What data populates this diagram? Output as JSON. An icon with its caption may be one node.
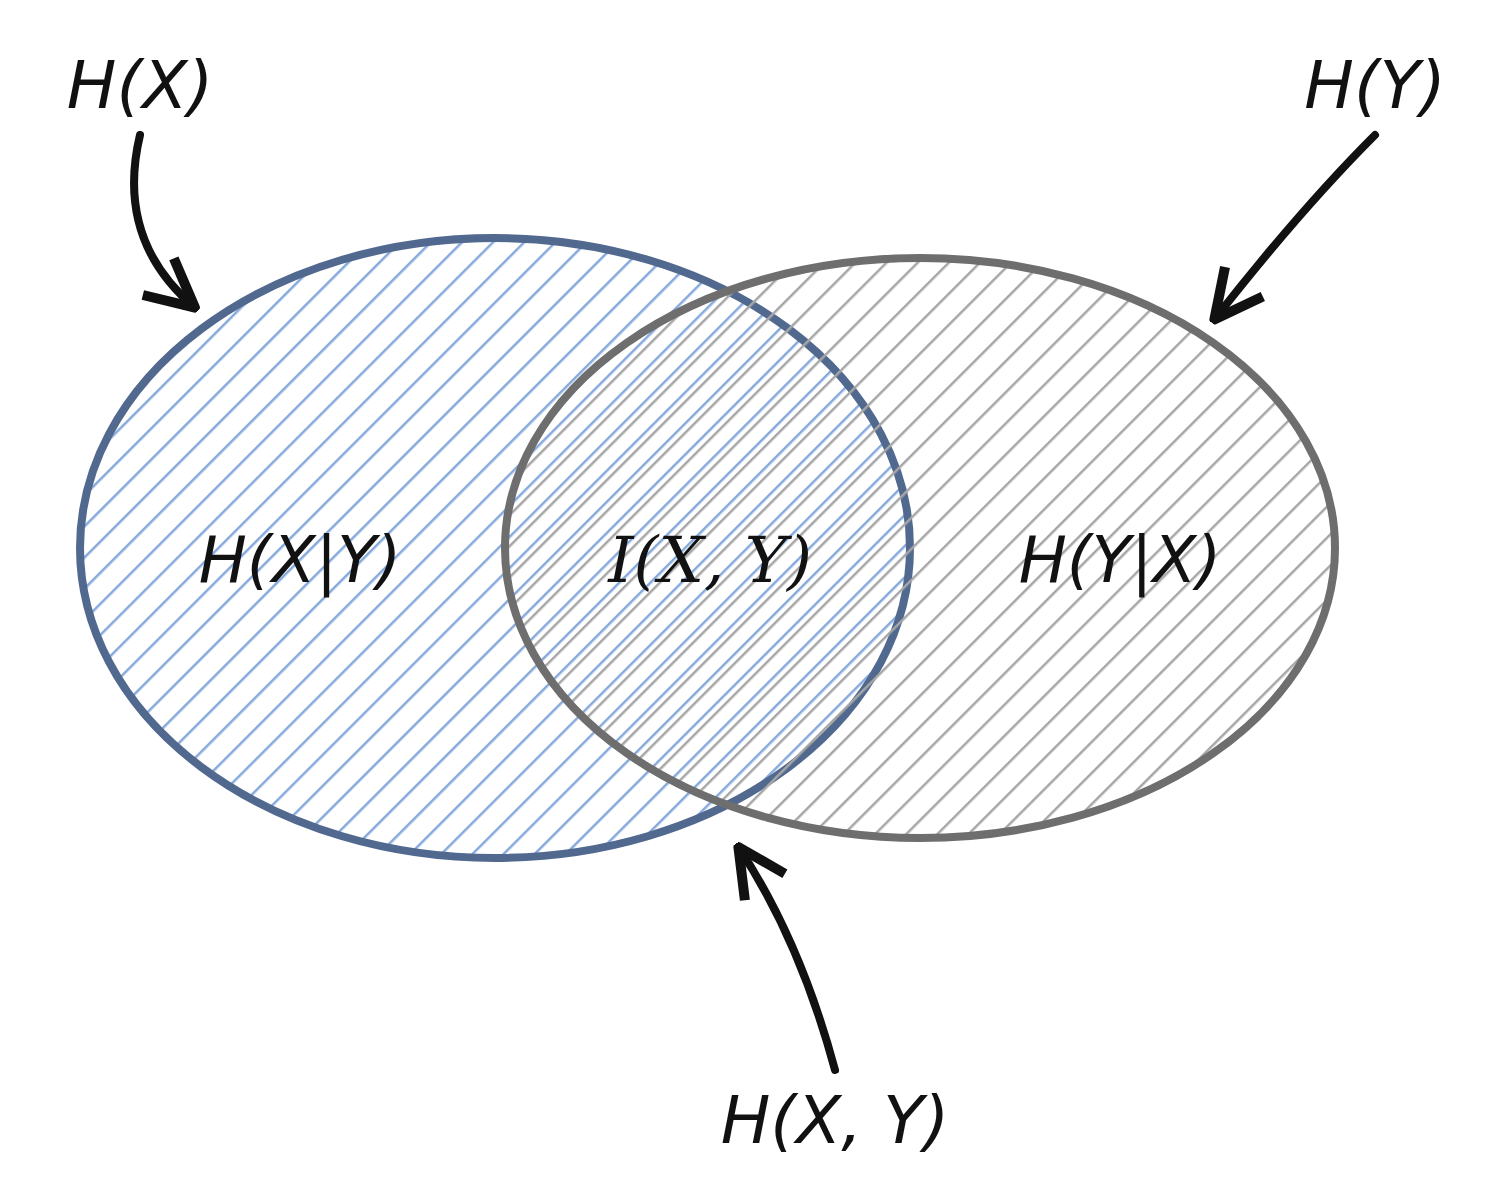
{
  "diagram": {
    "nodes": [
      {
        "text": [
          "H(X)"
        ]
      },
      {
        "text": [
          "H(Y)"
        ]
      },
      {
        "text": [],
        "shape": "circle"
      },
      {
        "text": [],
        "shape": "circle"
      },
      {
        "text": [
          "H(X, Y)"
        ]
      }
    ],
    "edges": [
      {
        "from": 0,
        "to": 2,
        "arrow": "to"
      },
      {
        "from": 1,
        "to": 3,
        "arrow": "to"
      },
      {
        "from": 4,
        "to": 3,
        "arrow": "to"
      }
    ],
    "labels": [
      "H(X|Y)",
      "I(X, Y)",
      "H(Y|X)"
    ]
  }
}
